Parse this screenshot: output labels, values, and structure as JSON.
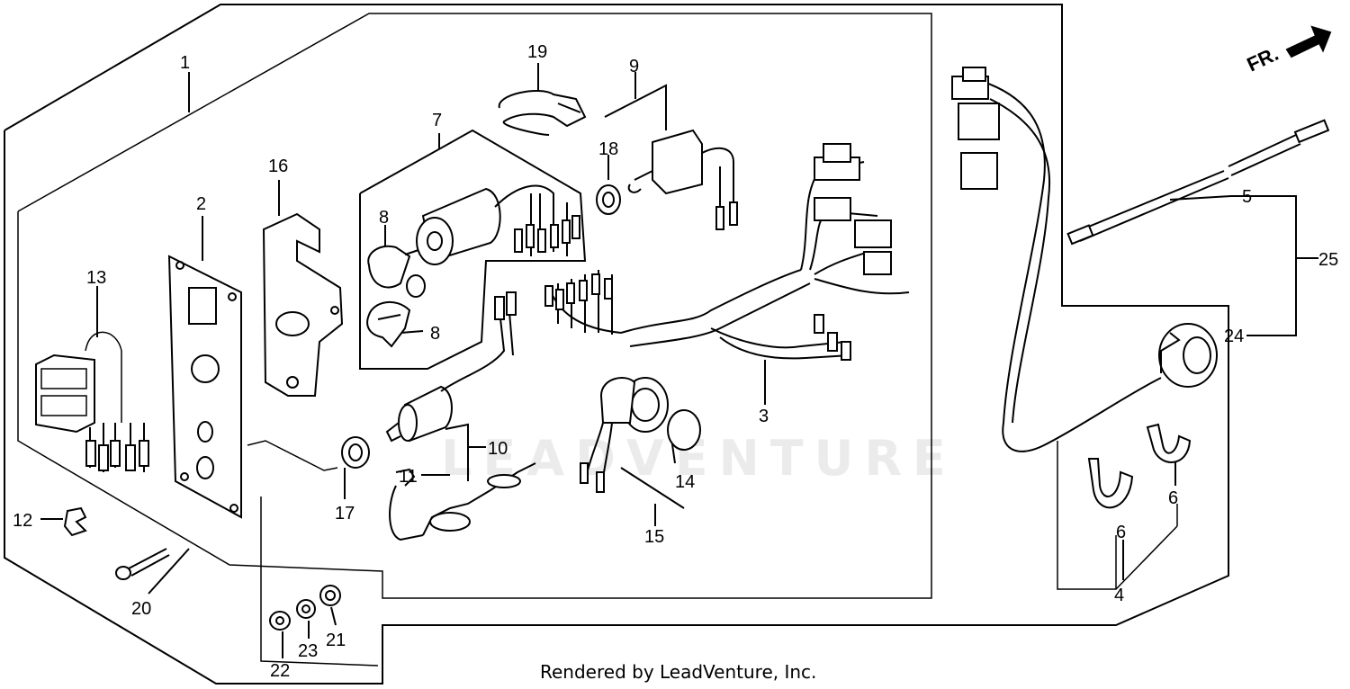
{
  "footer": {
    "text": "Rendered by LeadVenture, Inc."
  },
  "watermark": {
    "text": "LEADVENTURE"
  },
  "direction": {
    "label": "FR."
  },
  "callouts": [
    "1",
    "2",
    "3",
    "4",
    "5",
    "6",
    "6",
    "7",
    "8",
    "8",
    "9",
    "10",
    "11",
    "12",
    "13",
    "14",
    "15",
    "16",
    "17",
    "18",
    "19",
    "20",
    "21",
    "22",
    "23",
    "24",
    "25"
  ]
}
